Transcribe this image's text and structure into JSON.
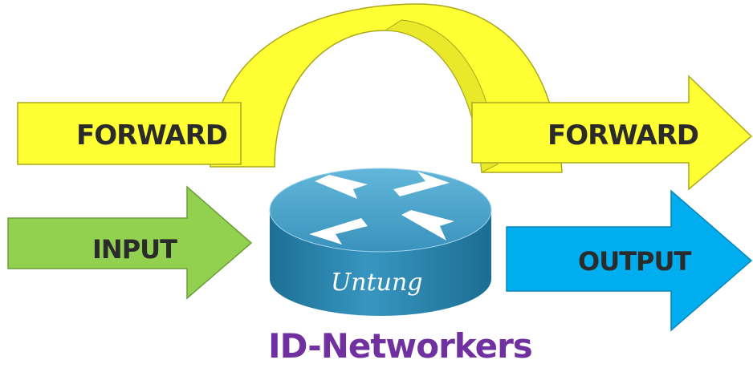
{
  "diagram": {
    "forward_in_label": "FORWARD",
    "forward_out_label": "FORWARD",
    "input_label": "INPUT",
    "output_label": "OUTPUT",
    "router_label": "Untung",
    "footer_label": "ID-Networkers"
  },
  "colors": {
    "forward_fill": "#ffff33",
    "forward_stroke": "#a8a820",
    "input_fill": "#92d050",
    "input_stroke": "#6d9e3a",
    "output_fill": "#00aeef",
    "output_stroke": "#0b86b8",
    "router_body": "#2b88b0",
    "router_top": "#4a9fc5",
    "footer_text": "#7030a0",
    "label_text": "#2b2b2b"
  },
  "icons": {
    "router": "router-icon"
  }
}
